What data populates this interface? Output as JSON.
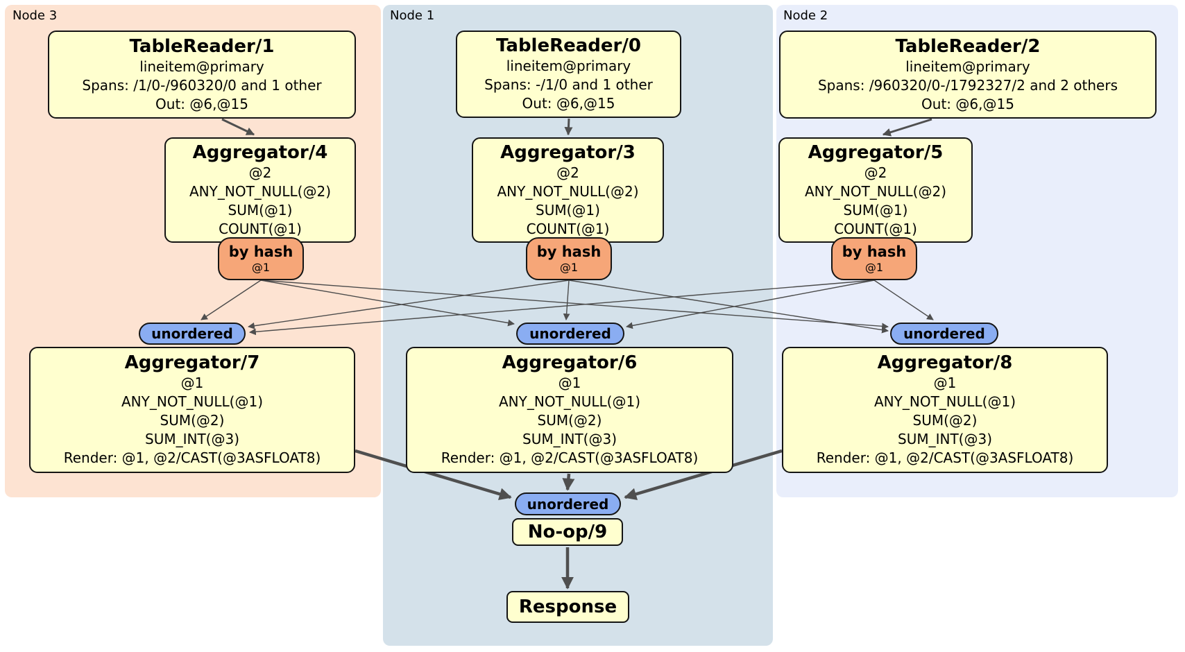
{
  "colors": {
    "panel_node3_bg": "#fde3d2",
    "panel_node1_bg": "#d4e1ea",
    "panel_node2_bg": "#e9eefb",
    "node_box_fill": "#ffffcf",
    "router_fill": "#f6a678",
    "sync_fill": "#8aadf2",
    "edge_color": "#4f4f4f",
    "border_color": "#141414"
  },
  "panels": [
    {
      "label": "Node 3",
      "table_reader": {
        "title": "TableReader/1",
        "lines": [
          "lineitem@primary",
          "Spans: /1/0-/960320/0 and 1 other",
          "Out: @6,@15"
        ]
      },
      "agg_top": {
        "title": "Aggregator/4",
        "lines": [
          "@2",
          "ANY_NOT_NULL(@2)",
          "SUM(@1)",
          "COUNT(@1)"
        ]
      },
      "router": {
        "title": "by hash",
        "detail": "@1"
      },
      "sync_label": "unordered",
      "agg_bottom": {
        "title": "Aggregator/7",
        "lines": [
          "@1",
          "ANY_NOT_NULL(@1)",
          "SUM(@2)",
          "SUM_INT(@3)",
          "Render: @1, @2/CAST(@3ASFLOAT8)"
        ]
      }
    },
    {
      "label": "Node 1",
      "table_reader": {
        "title": "TableReader/0",
        "lines": [
          "lineitem@primary",
          "Spans: -/1/0 and 1 other",
          "Out: @6,@15"
        ]
      },
      "agg_top": {
        "title": "Aggregator/3",
        "lines": [
          "@2",
          "ANY_NOT_NULL(@2)",
          "SUM(@1)",
          "COUNT(@1)"
        ]
      },
      "router": {
        "title": "by hash",
        "detail": "@1"
      },
      "sync_label": "unordered",
      "agg_bottom": {
        "title": "Aggregator/6",
        "lines": [
          "@1",
          "ANY_NOT_NULL(@1)",
          "SUM(@2)",
          "SUM_INT(@3)",
          "Render: @1, @2/CAST(@3ASFLOAT8)"
        ]
      }
    },
    {
      "label": "Node 2",
      "table_reader": {
        "title": "TableReader/2",
        "lines": [
          "lineitem@primary",
          "Spans: /960320/0-/1792327/2 and 2 others",
          "Out: @6,@15"
        ]
      },
      "agg_top": {
        "title": "Aggregator/5",
        "lines": [
          "@2",
          "ANY_NOT_NULL(@2)",
          "SUM(@1)",
          "COUNT(@1)"
        ]
      },
      "router": {
        "title": "by hash",
        "detail": "@1"
      },
      "sync_label": "unordered",
      "agg_bottom": {
        "title": "Aggregator/8",
        "lines": [
          "@1",
          "ANY_NOT_NULL(@1)",
          "SUM(@2)",
          "SUM_INT(@3)",
          "Render: @1, @2/CAST(@3ASFLOAT8)"
        ]
      }
    }
  ],
  "output_stage": {
    "sync_label": "unordered",
    "noop_label": "No-op/9",
    "response_label": "Response"
  }
}
